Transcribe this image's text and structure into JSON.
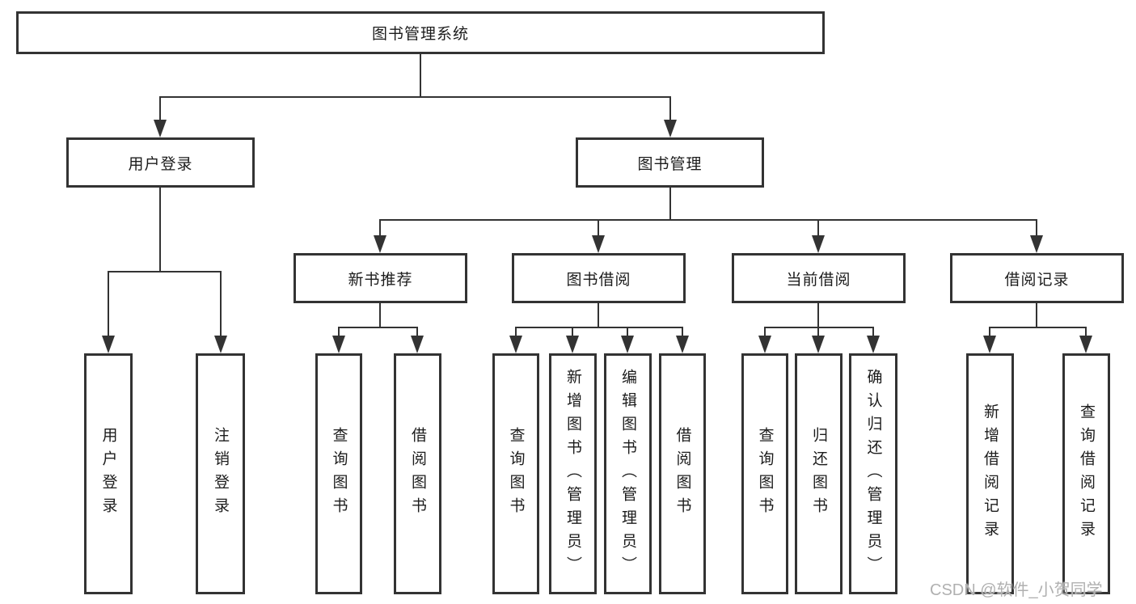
{
  "title": "图书管理系统",
  "watermark": "CSDN @软件_小贺同学",
  "colors": {
    "line": "#333333",
    "text": "#1c1c1c",
    "watermark": "#b0b0b0",
    "background": "#ffffff"
  },
  "nodes": {
    "root": {
      "label": "图书管理系统"
    },
    "user_login": {
      "label": "用户登录",
      "children": [
        "用户登录",
        "注销登录"
      ]
    },
    "book_management": {
      "label": "图书管理"
    },
    "new_book_recommend": {
      "label": "新书推荐",
      "children": [
        "查询图书",
        "借阅图书"
      ]
    },
    "book_borrow": {
      "label": "图书借阅",
      "children": [
        "查询图书",
        "新增图书（管理员）",
        "编辑图书（管理员）",
        "借阅图书"
      ]
    },
    "current_borrow": {
      "label": "当前借阅",
      "children": [
        "查询图书",
        "归还图书",
        "确认归还（管理员）"
      ]
    },
    "borrow_record": {
      "label": "借阅记录",
      "children": [
        "新增借阅记录",
        "查询借阅记录"
      ]
    }
  }
}
